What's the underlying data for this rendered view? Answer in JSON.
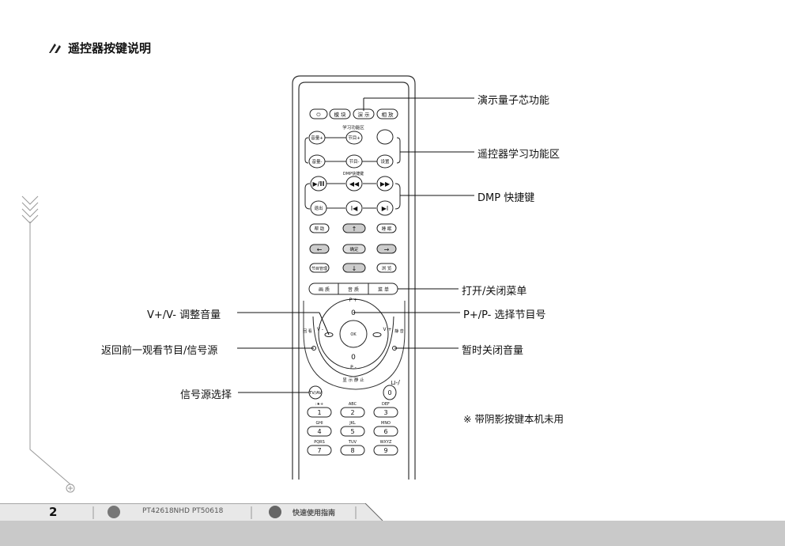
{
  "header": {
    "title": "遥控器按键说明"
  },
  "remote": {
    "top_row": [
      "⏻",
      "模 块",
      "演 示",
      "相 放"
    ],
    "learn_section_label": "学习功能区",
    "learn_row1": [
      "音量+",
      "节目+"
    ],
    "learn_row2": [
      "音量-",
      "节目-",
      "设置"
    ],
    "dmp_section_label": "DMP快捷键",
    "dmp_row2_first": "退出",
    "nav_left": [
      "帮 助",
      "",
      "节目管理"
    ],
    "nav_center": [
      "",
      "确定",
      ""
    ],
    "nav_right": [
      "睡 眠",
      "",
      "浏 览"
    ],
    "menu_row": [
      "画 质",
      "音 质",
      "菜 单"
    ],
    "ring": {
      "p_plus": "P +",
      "p_minus": "P -",
      "ok": "OK",
      "v_left": "V -",
      "v_right": "V +",
      "back": "回 看",
      "mute": "静 音",
      "display_mute": "显 示  静 止",
      "zero_top": "0",
      "zero_bottom": "0"
    },
    "tvav": "TV/AV",
    "zero_key": "0",
    "extra_symbol": "⊔-/",
    "numpad": [
      {
        "top": ":★+",
        "key": "1"
      },
      {
        "top": "ABC",
        "key": "2"
      },
      {
        "top": "DEF",
        "key": "3"
      },
      {
        "top": "GHI",
        "key": "4"
      },
      {
        "top": "JKL",
        "key": "5"
      },
      {
        "top": "MNO",
        "key": "6"
      },
      {
        "top": "PQRS",
        "key": "7"
      },
      {
        "top": "TUV",
        "key": "8"
      },
      {
        "top": "WXYZ",
        "key": "9"
      }
    ]
  },
  "callouts": {
    "demo": "演示量子芯功能",
    "learn": "遥控器学习功能区",
    "dmp": "DMP 快捷键",
    "menu": "打开/关闭菜单",
    "prog": "P+/P-  选择节目号",
    "mute": "暂时关闭音量",
    "volume": "V+/V-  调整音量",
    "back": "返回前一观看节目/信号源",
    "source": "信号源选择"
  },
  "note": "※  带阴影按键本机未用",
  "footer": {
    "page": "2",
    "model": "PT42618NHD PT50618",
    "guide": "快速使用指南"
  }
}
